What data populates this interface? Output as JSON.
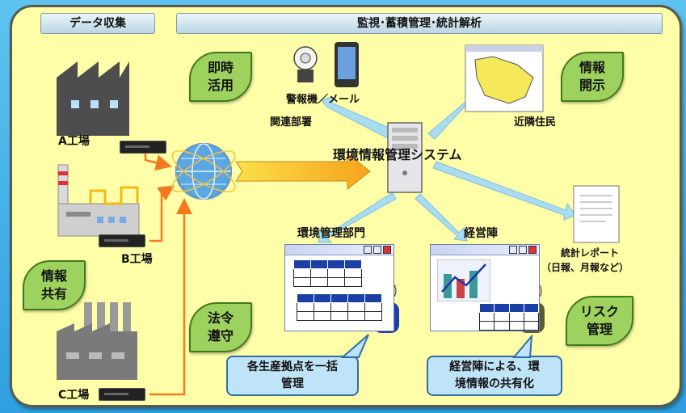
{
  "headers": {
    "collection": "データ収集",
    "monitoring": "監視･蓄積管理･統計解析"
  },
  "factories": {
    "a": "A工場",
    "b": "B工場",
    "c": "C工場"
  },
  "leaves": {
    "immediate": [
      "即時",
      "活用"
    ],
    "disclosure": [
      "情報",
      "開示"
    ],
    "sharing": [
      "情報",
      "共有"
    ],
    "compliance": [
      "法令",
      "遵守"
    ],
    "risk": [
      "リスク",
      "管理"
    ]
  },
  "labels": {
    "alarm": "警報機／メール",
    "departments": "関連部署",
    "residents": "近隣住民",
    "system": "環境情報管理システム",
    "env_dept": "環境管理部門",
    "management": "経営陣",
    "report_line1": "統計レポート",
    "report_line2": "（日報、月報など）"
  },
  "callouts": {
    "left": [
      "各生産拠点を一括",
      "管理"
    ],
    "right": [
      "経営陣による、環",
      "境情報の共有化"
    ]
  },
  "colors": {
    "accent_orange": "#f47a20",
    "leaf_green": "#9ed25e",
    "arrow_blue": "#a9dcf2",
    "panel_yellow": "#fffea8"
  }
}
